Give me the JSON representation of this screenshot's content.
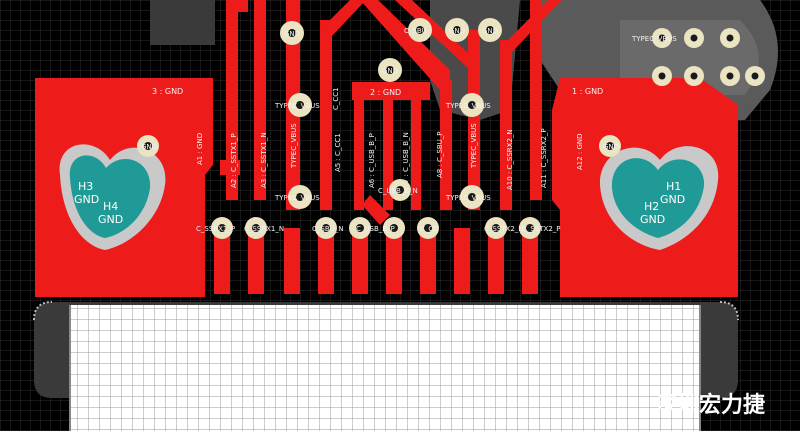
{
  "board": {
    "colors": {
      "background": "#000000",
      "grid": "#2f2f2f",
      "copper": "#ee1b1b",
      "silk": "#ffffff",
      "pad_ring": "#ebe4c2",
      "hole": "#1a1a1a",
      "mount_hole_fill": "#1f9a96",
      "mount_hole_ring": "#c9c9c9",
      "plane_gray": "#5a5a5a"
    },
    "big_pads": {
      "left": "3 : GND",
      "right": "1 : GND",
      "mid": "2 : GND"
    },
    "mount_holes": {
      "left_top": "H3",
      "left_top_net": "GND",
      "left_bottom": "H4",
      "left_bottom_net": "GND",
      "right_top": "H1",
      "right_top_net": "GND",
      "right_bottom": "H2",
      "right_bottom_net": "GND"
    },
    "pin_labels": [
      "A1 : GND",
      "A2 : C_SSTX1_P",
      "A3 : C_SSTX1_N",
      "TYPEC_VBUS",
      "A5 : C_CC1",
      "A6 : C_USB_B_P",
      "A7 : C_USB_B_N",
      "A8 : C_SBU_P",
      "TYPEC_VBUS",
      "A10 : C_SSRX2_N",
      "A11 : C_SSRX2_P",
      "A12 : GND"
    ],
    "via_labels": {
      "top_gnd_1": "GND",
      "top_gnd_2": "GND",
      "top_gnd_3": "GND",
      "top_gnd_4": "GND",
      "cc1": "C_CC1",
      "sbu": "C_SBU",
      "gnd_mid": "GND",
      "vbus_left": "TYPEC_VBUS",
      "vbus_right": "TYPEC_VBUS",
      "vbus_left_low": "TYPEC_VBUS",
      "vbus_right_low": "TYPEC_VBUS",
      "usb_b_n": "C_USB_B_N",
      "gnd_left_pad": "GND",
      "gnd_right_pad": "GND",
      "row": [
        "C_SSRX1_P",
        "C_SSRX1_N",
        "C_SBU_N",
        "C_USB_B_P",
        "C_CC",
        "C_SSTX2_N",
        "C_SSTX2_P"
      ],
      "typec_vbus_cluster": "TYPEC_VBUS"
    },
    "watermark": "深圳宏力捷"
  }
}
